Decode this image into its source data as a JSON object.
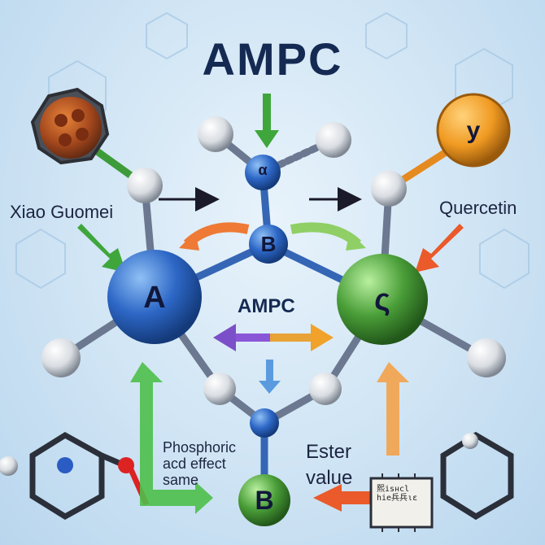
{
  "title": "AMPC",
  "labels": {
    "left_name": "Xiao Guomei",
    "right_name": "Quercetin",
    "center": "AMPC",
    "note_left": "Phosphoric acd effect same",
    "note_right": "Ester value",
    "chip": "熙isнcl hie兵兵ιε"
  },
  "atoms": {
    "top": "α",
    "upper_mid": "B",
    "left_big": "A",
    "right_big": "ς",
    "bottom": "B",
    "right_fruit": "y"
  },
  "colors": {
    "blue": "#2b66c3",
    "green": "#4fa53d",
    "orange": "#f08a2a",
    "red": "#d9432a",
    "purple": "#7b4fc8"
  }
}
